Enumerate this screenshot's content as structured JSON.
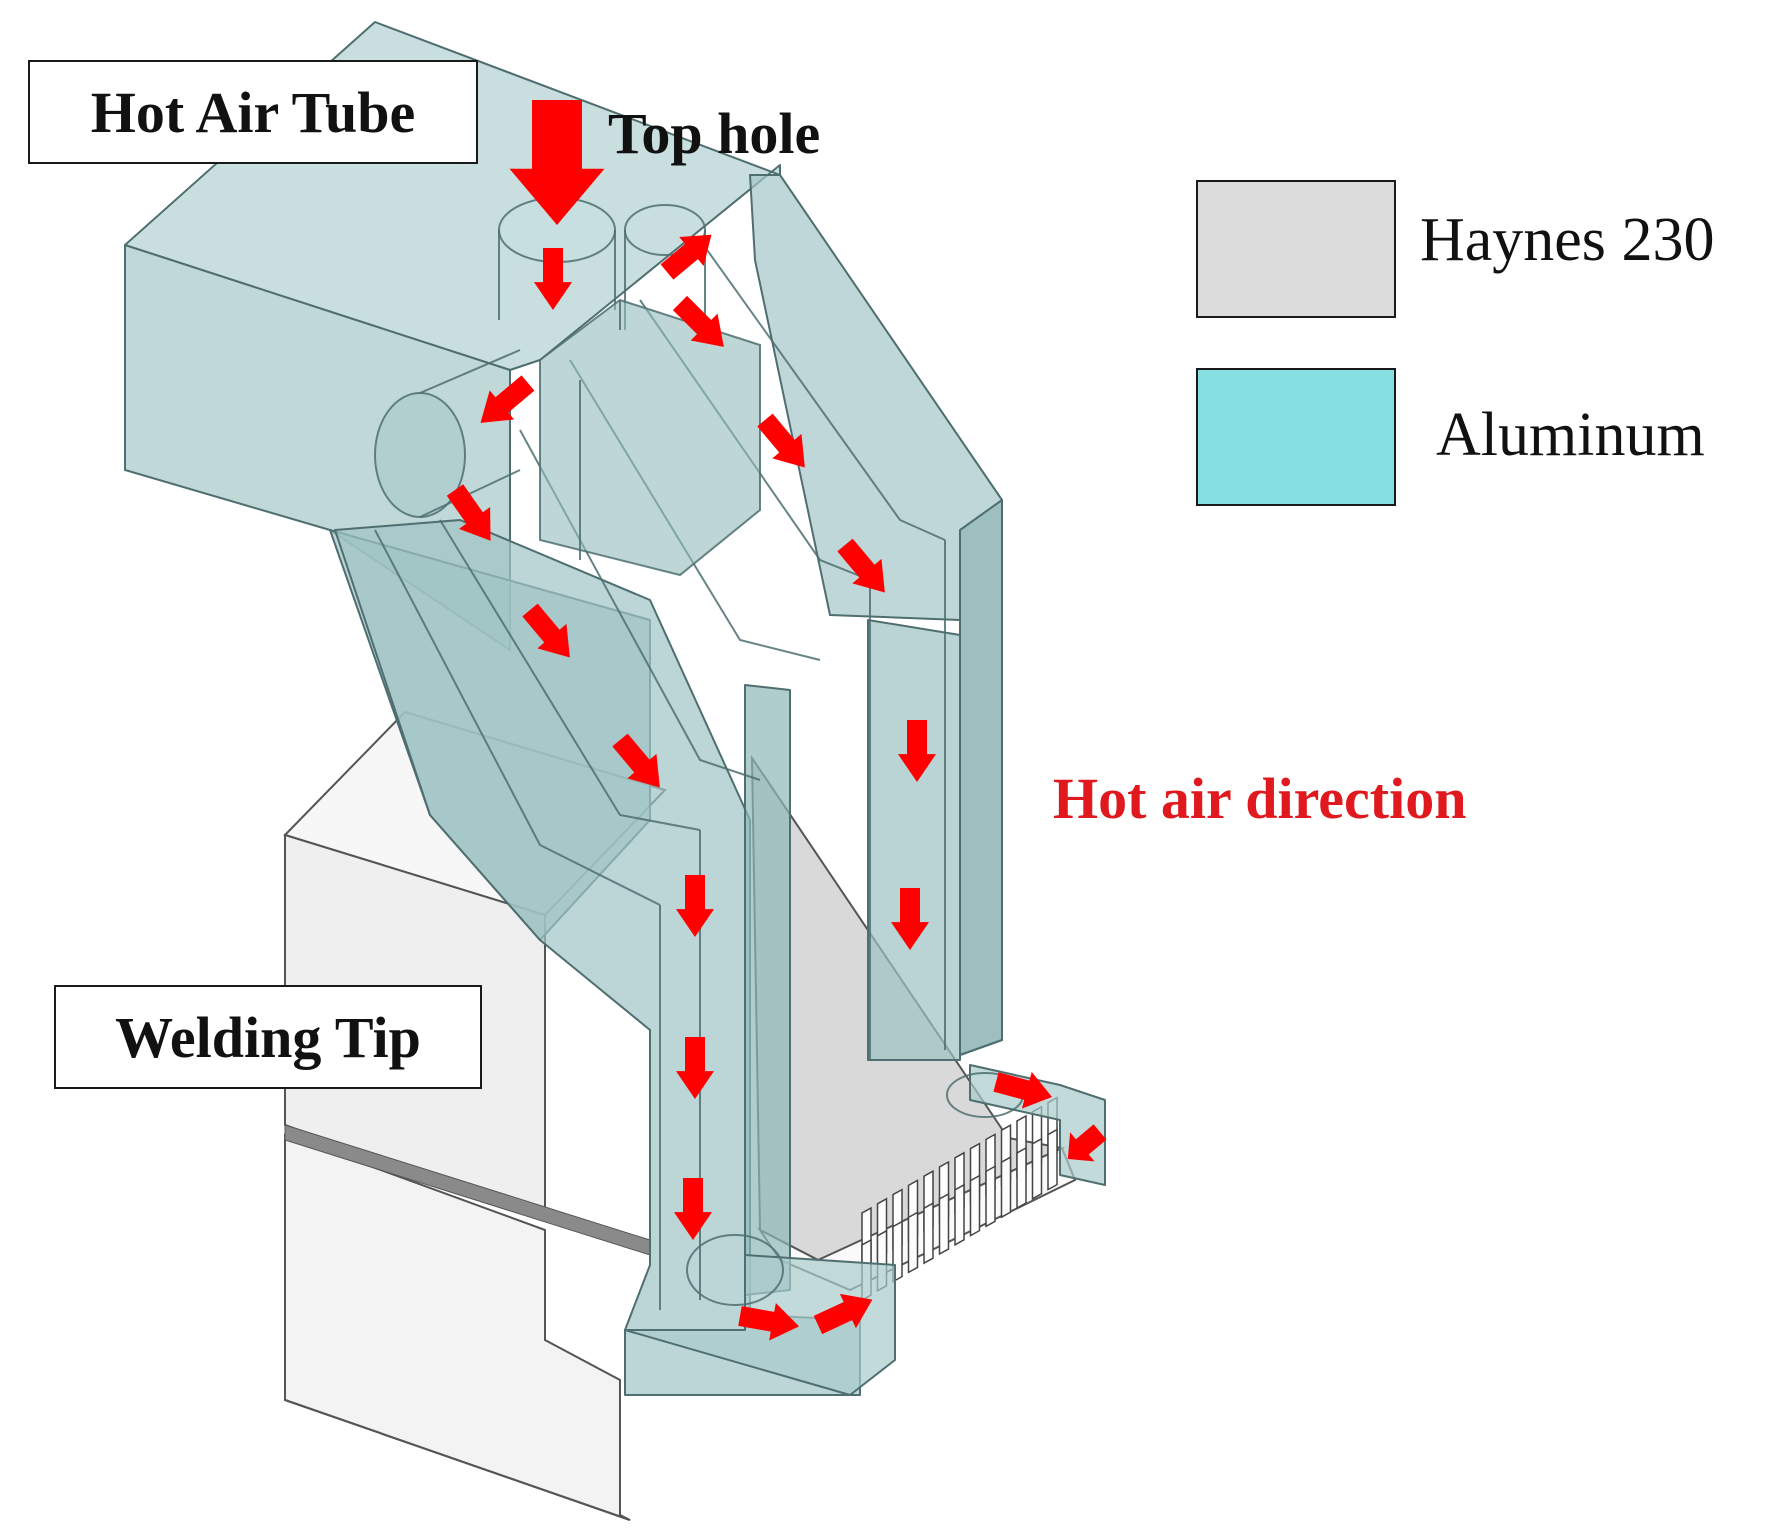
{
  "labels": {
    "hot_air_tube": "Hot Air Tube",
    "top_hole": "Top hole",
    "welding_tip": "Welding Tip",
    "hot_air_direction": "Hot air direction"
  },
  "legend": {
    "items": [
      {
        "label": "Haynes 230",
        "color": "#dcdcdc"
      },
      {
        "label": "Aluminum",
        "color": "#86e0e2"
      }
    ]
  },
  "colors": {
    "aluminum_translucent": "#8fb8b9",
    "haynes_part": "#f2f2f2",
    "flow_arrow": "#ff0000",
    "annotation_red": "#e0191e"
  }
}
